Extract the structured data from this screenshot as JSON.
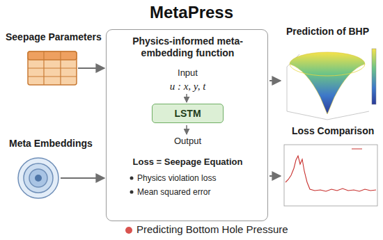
{
  "diagram": {
    "title": "MetaPress",
    "nodes": [
      {
        "text": [
          "Seepage Parameters"
        ]
      },
      {
        "text": [
          "Meta Embeddings"
        ]
      },
      {
        "text": [
          "Physics-informed meta-embedding function",
          "Input",
          "u : x, y, t",
          "Output",
          "Loss = Seepage Equation",
          "Physics violation loss",
          "Mean squared error"
        ]
      },
      {
        "text": [
          "LSTM"
        ],
        "in": 2
      },
      {
        "text": [
          "Prediction of BHP"
        ]
      },
      {
        "text": [
          "Loss Comparison"
        ]
      }
    ],
    "edges": [
      {
        "from": 0,
        "to": 2,
        "arrow": "to"
      },
      {
        "from": 1,
        "to": 2,
        "arrow": "to"
      },
      {
        "from": 2,
        "to": 4,
        "arrow": "to"
      },
      {
        "from": 2,
        "to": 5,
        "arrow": "to"
      }
    ],
    "labels": [
      "Predicting Bottom Hole Pressure"
    ]
  }
}
